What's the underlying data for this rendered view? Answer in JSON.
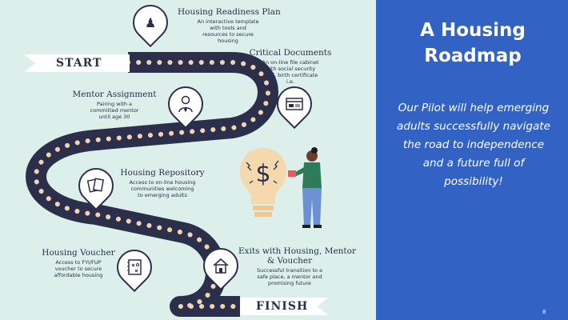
{
  "slide": {
    "title_line1": "A Housing",
    "title_line2": "Roadmap",
    "tagline": "Our Pilot will help emerging adults successfully navigate the road to independence and a future full of possibility!",
    "page_number": "8"
  },
  "road": {
    "start_label": "START",
    "finish_label": "FINISH"
  },
  "milestones": [
    {
      "title": "Housing Readiness Plan",
      "desc": [
        "An interactive template",
        "with tools and",
        "resources to secure",
        "housing"
      ],
      "icon": "chess-pawn-icon"
    },
    {
      "title": "Critical Documents",
      "desc": [
        "An on-line file cabinet",
        "with social security",
        "card, birth certificate",
        "i.e."
      ],
      "icon": "browser-window-icon"
    },
    {
      "title": "Mentor Assignment",
      "desc": [
        "Pairing with a",
        "committed mentor",
        "until age 30"
      ],
      "icon": "mentor-person-icon"
    },
    {
      "title": "Housing Repository",
      "desc": [
        "Access to on-line housing",
        "communities welcoming",
        "to emerging adults"
      ],
      "icon": "documents-icon"
    },
    {
      "title": "Housing Voucher",
      "desc": [
        "Access to FYI/FUP",
        "voucher to secure",
        "affordable housing"
      ],
      "icon": "strategy-notebook-icon"
    },
    {
      "title": "Exits with Housing, Mentor",
      "title2": "& Voucher",
      "desc": [
        "Successful transition to a",
        "safe place, a mentor and",
        "promising future"
      ],
      "icon": "house-icon"
    }
  ],
  "colors": {
    "road": "#2b2f4a",
    "road_dots": "#f3d2b6",
    "left_background": "#dcefea",
    "right_background": "#3162c4",
    "bulb": "#f5d9ae"
  }
}
